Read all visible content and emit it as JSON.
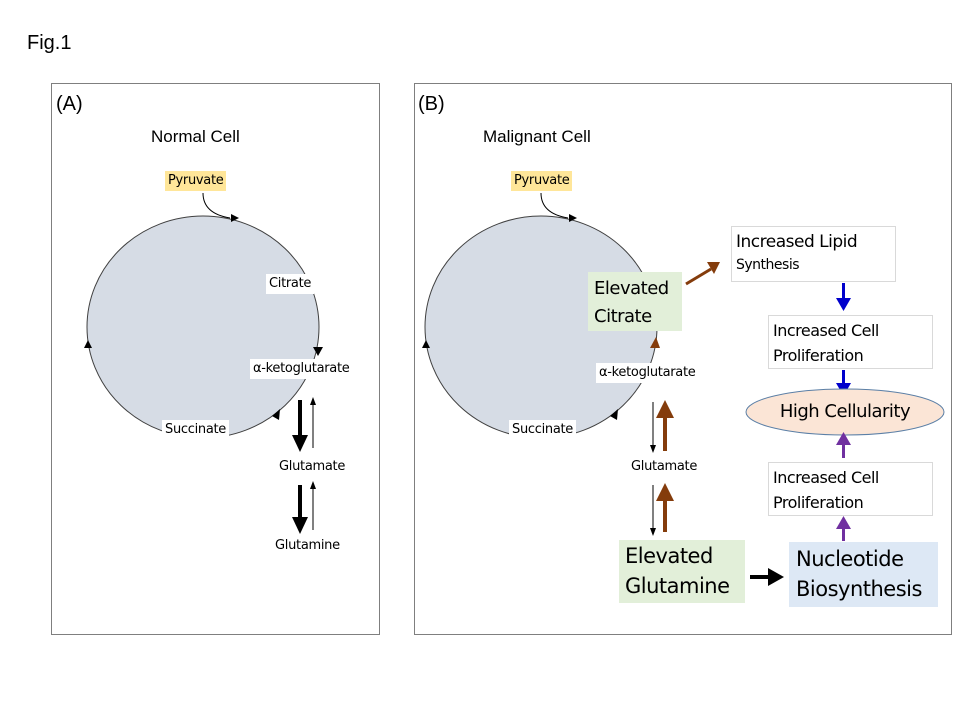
{
  "figure": {
    "title": "Fig.1"
  },
  "panel_a": {
    "label": "(A)",
    "title": "Normal  Cell",
    "nodes": {
      "pyruvate": "Pyruvate",
      "citrate": "Citrate",
      "akg": "α-ketoglutarate",
      "succinate": "Succinate",
      "glutamate": "Glutamate",
      "glutamine": "Glutamine"
    }
  },
  "panel_b": {
    "label": "(B)",
    "title": "Malignant  Cell",
    "nodes": {
      "pyruvate": "Pyruvate",
      "elevated_citrate_line1": "Elevated",
      "elevated_citrate_line2": "Citrate",
      "akg": "α-ketoglutarate",
      "succinate": "Succinate",
      "glutamate": "Glutamate",
      "elevated_glutamine_line1": "Elevated",
      "elevated_glutamine_line2": "Glutamine",
      "lipid_line1": "Increased Lipid",
      "lipid_line2": "Synthesis",
      "prolif_top_line1": "Increased  Cell",
      "prolif_top_line2": "Proliferation",
      "high_cellularity": "High Cellularity",
      "prolif_bottom_line1": "Increased  Cell",
      "prolif_bottom_line2": "Proliferation",
      "nucleotide_line1": "Nucleotide",
      "nucleotide_line2": "Biosynthesis"
    }
  },
  "colors": {
    "cycle_fill": "#d6dce5",
    "pyruvate_fill": "#ffe699",
    "elevated_fill": "#e2efd9",
    "nucleotide_fill": "#dde8f5",
    "cellularity_fill": "#fbe5d6",
    "cellularity_stroke": "#5b7fa6",
    "brown_arrow": "#843c0c",
    "blue_arrow": "#0000cc",
    "purple_arrow": "#7030a0",
    "black_arrow": "#000000"
  }
}
